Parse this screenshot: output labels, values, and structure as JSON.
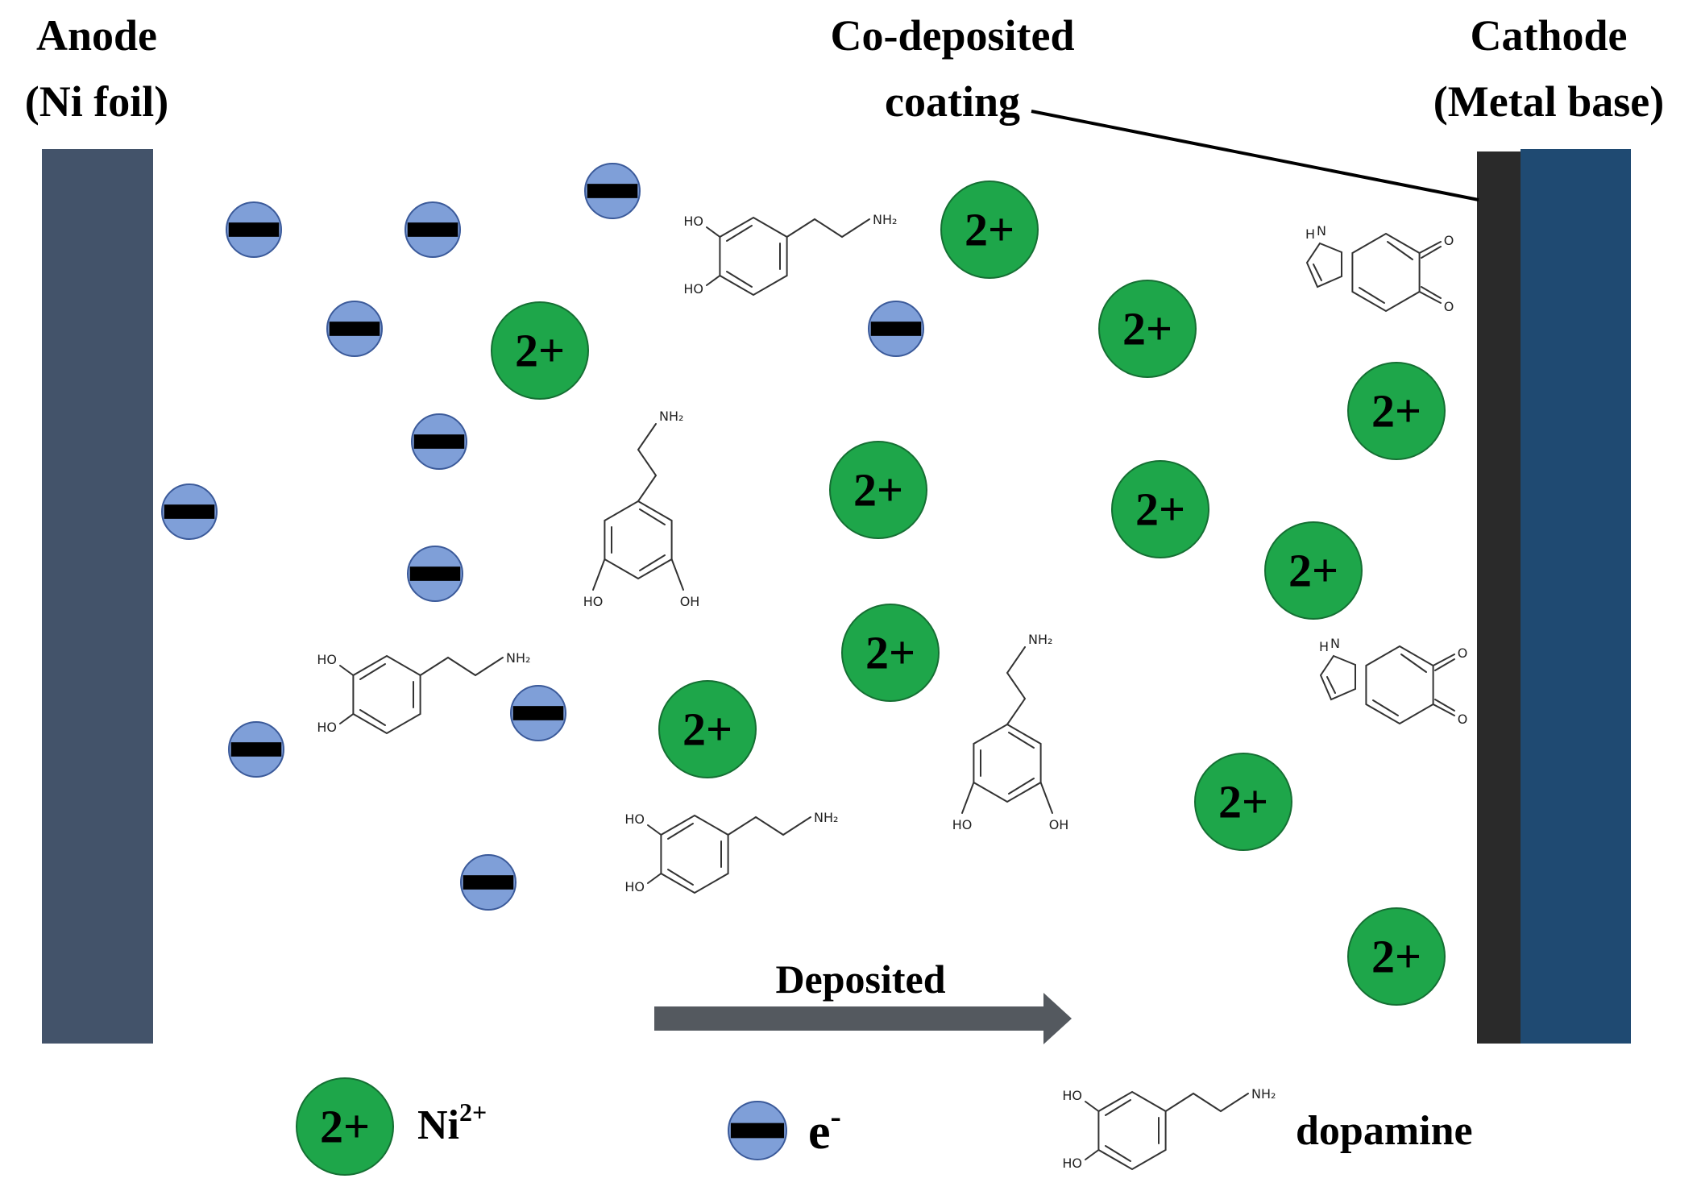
{
  "labels": {
    "anode_line1": "Anode",
    "anode_line2": "(Ni foil)",
    "coating_line1": "Co-deposited",
    "coating_line2": "coating",
    "cathode_line1": "Cathode",
    "cathode_line2": "(Metal base)",
    "arrow": "Deposited"
  },
  "ion": {
    "charge": "2+"
  },
  "molecule": {
    "hydroxyl": "HO",
    "hydroxyl_right": "OH",
    "amine": "NH₂",
    "ring_n": "N",
    "ring_h": "H",
    "carbonyl": "O"
  },
  "legend": {
    "ion_label": "Ni",
    "ion_sup": "2+",
    "electron_label": "e",
    "electron_sup": "-",
    "dopamine_label": "dopamine"
  },
  "colors": {
    "anode": "#43536a",
    "cathode": "#1f4a72",
    "coating": "#2a2a2a",
    "ion_fill": "#1ea64a",
    "electron_fill": "#7f9fd8",
    "arrow": "#54595f"
  }
}
